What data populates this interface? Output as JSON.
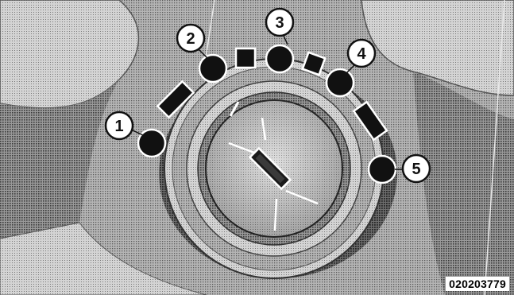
{
  "figure": {
    "code": "020203779",
    "callouts": [
      {
        "label": "1"
      },
      {
        "label": "2"
      },
      {
        "label": "3"
      },
      {
        "label": "4"
      },
      {
        "label": "5"
      }
    ]
  }
}
